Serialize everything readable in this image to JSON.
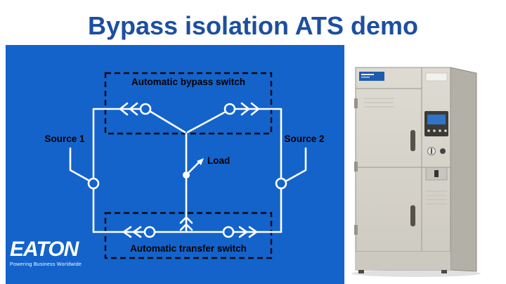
{
  "title": "Bypass isolation ATS demo",
  "diagram": {
    "bypass_label": "Automatic bypass switch",
    "transfer_label": "Automatic transfer switch",
    "source1_label": "Source 1",
    "source2_label": "Source 2",
    "load_label": "Load"
  },
  "logo": {
    "brand": "EATON",
    "tagline": "Powering Business Worldwide"
  },
  "images": {
    "cabinet": "ats-switchgear-cabinet-photo"
  },
  "colors": {
    "title_text": "#1d4f9f",
    "panel_background": "#1363cb",
    "diagram_lines": "#ffffff",
    "diagram_text": "#000000",
    "cabinet_label_blue": "#1e5dad"
  }
}
